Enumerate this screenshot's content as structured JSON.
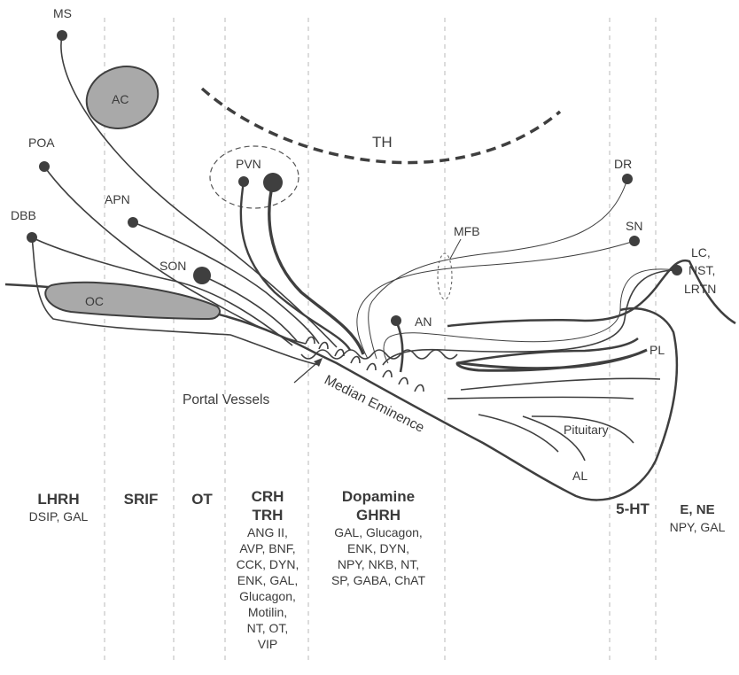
{
  "labels": {
    "ms": "MS",
    "ac": "AC",
    "poa": "POA",
    "apn": "APN",
    "dbb": "DBB",
    "son": "SON",
    "oc": "OC",
    "pvn": "PVN",
    "th": "TH",
    "dr": "DR",
    "sn": "SN",
    "mfb": "MFB",
    "an": "AN",
    "lc": "LC,",
    "nst": "NST,",
    "lrtn": "LRTN",
    "pl": "PL",
    "pituitary": "Pituitary",
    "al": "AL",
    "portal_vessels": "Portal Vessels",
    "median_eminence": "Median Eminence"
  },
  "columns": {
    "lhrh": {
      "head": "LHRH",
      "sub": [
        "DSIP, GAL"
      ]
    },
    "srif": {
      "head": "SRIF"
    },
    "ot": {
      "head": "OT"
    },
    "crh": {
      "head1": "CRH",
      "head2": "TRH",
      "sub": [
        "ANG II,",
        "AVP, BNF,",
        "CCK, DYN,",
        "ENK, GAL,",
        "Glucagon,",
        "Motilin,",
        "NT, OT,",
        "VIP"
      ]
    },
    "dopamine": {
      "head1": "Dopamine",
      "head2": "GHRH",
      "sub": [
        "GAL, Glucagon,",
        "ENK, DYN,",
        "NPY, NKB, NT,",
        "SP, GABA, ChAT"
      ]
    },
    "ht": {
      "head": "5-HT"
    },
    "ene": {
      "head": "E, NE",
      "sub": [
        "NPY, GAL"
      ]
    }
  },
  "colors": {
    "line": "#3f3f3f",
    "fill_gray": "#a9a9a9",
    "dash": "#b8b8b8"
  }
}
